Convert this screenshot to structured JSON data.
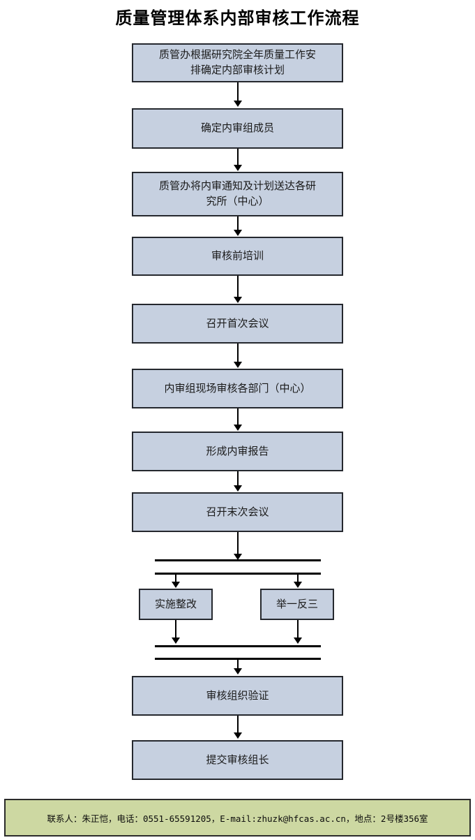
{
  "page": {
    "title": "质量管理体系内部审核工作流程",
    "background_color": "#ffffff"
  },
  "theme": {
    "node_fill": "#c6d0e0",
    "node_border": "#25282e",
    "connector_color": "#000000",
    "footer_fill": "#cdd8a2",
    "footer_border": "#2b2b2b",
    "text_color": "#1a1a1a"
  },
  "chart_data": {
    "type": "diagram",
    "title": "质量管理体系内部审核工作流程",
    "orientation": "top-to-bottom",
    "nodes": [
      {
        "id": "n1",
        "label": "质管办根据研究院全年质量工作安\n排确定内部审核计划",
        "shape": "rect"
      },
      {
        "id": "n2",
        "label": "确定内审组成员",
        "shape": "rect"
      },
      {
        "id": "n3",
        "label": "质管办将内审通知及计划送达各研\n究所（中心）",
        "shape": "rect"
      },
      {
        "id": "n4",
        "label": "审核前培训",
        "shape": "rect"
      },
      {
        "id": "n5",
        "label": "召开首次会议",
        "shape": "rect"
      },
      {
        "id": "n6",
        "label": "内审组现场审核各部门（中心）",
        "shape": "rect"
      },
      {
        "id": "n7",
        "label": "形成内审报告",
        "shape": "rect"
      },
      {
        "id": "n8",
        "label": "召开末次会议",
        "shape": "rect"
      },
      {
        "id": "n9",
        "label": "实施整改",
        "shape": "rect"
      },
      {
        "id": "n10",
        "label": "举一反三",
        "shape": "rect"
      },
      {
        "id": "n11",
        "label": "审核组织验证",
        "shape": "rect"
      },
      {
        "id": "n12",
        "label": "提交审核组长",
        "shape": "rect"
      }
    ],
    "edges": [
      {
        "from": "n1",
        "to": "n2"
      },
      {
        "from": "n2",
        "to": "n3"
      },
      {
        "from": "n3",
        "to": "n4"
      },
      {
        "from": "n4",
        "to": "n5"
      },
      {
        "from": "n5",
        "to": "n6"
      },
      {
        "from": "n6",
        "to": "n7"
      },
      {
        "from": "n7",
        "to": "n8"
      },
      {
        "from": "n8",
        "to": "fork-bar"
      },
      {
        "from": "fork-bar",
        "to": "n9"
      },
      {
        "from": "fork-bar",
        "to": "n10"
      },
      {
        "from": "n9",
        "to": "join-bar"
      },
      {
        "from": "n10",
        "to": "join-bar"
      },
      {
        "from": "join-bar",
        "to": "n11"
      },
      {
        "from": "n11",
        "to": "n12"
      }
    ]
  },
  "footer": {
    "contact_line": "联系人：朱正恺，电话：0551-65591205，E-mail:zhuzk@hfcas.ac.cn，地点：2号楼356室"
  }
}
